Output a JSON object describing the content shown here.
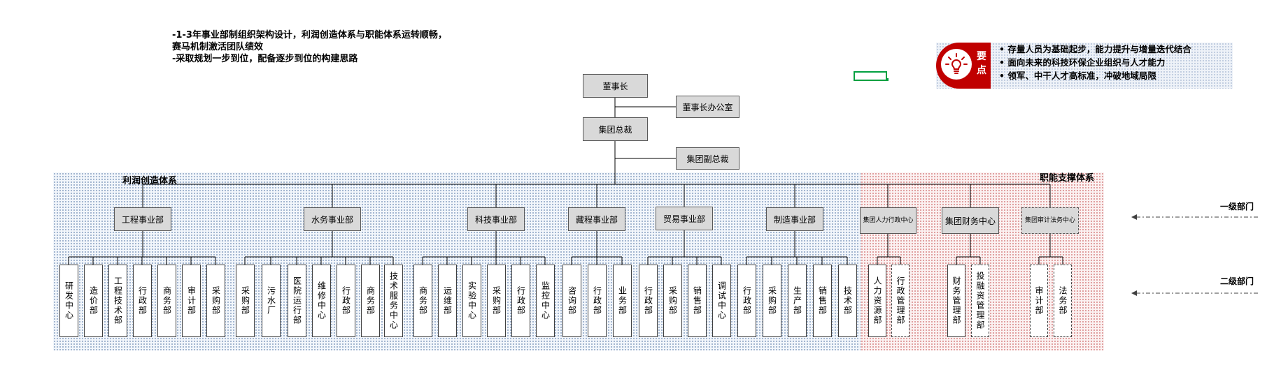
{
  "intro": {
    "text": "-1-3年事业部制组织架构设计，利润创造体系与职能体系运转顺畅，\n赛马机制激活团队绩效\n-采取规划一步到位，配备逐步到位的构建思路"
  },
  "zones": {
    "profit": "利润创造体系",
    "support": "职能支撑体系"
  },
  "top": {
    "chairman": "董事长",
    "chairman_office": "董事长办公室",
    "ceo": "集团总裁",
    "vice_president": "集团副总裁"
  },
  "divisions": [
    {
      "name": "工程事业部",
      "depts": [
        "研发中心",
        "造价部",
        "工程技术部",
        "行政部",
        "商务部",
        "审计部",
        "采购部"
      ]
    },
    {
      "name": "水务事业部",
      "depts": [
        "采购部",
        "污水厂",
        "医院运行部",
        "维修中心",
        "行政部",
        "商务部",
        "技术服务中心"
      ]
    },
    {
      "name": "科技事业部",
      "depts": [
        "商务部",
        "运维部",
        "实验中心",
        "采购部",
        "行政部",
        "监控中心"
      ]
    },
    {
      "name": "藏程事业部",
      "depts": [
        "咨询部",
        "行政部",
        "业务部"
      ]
    },
    {
      "name": "贸易事业部",
      "depts": [
        "行政部",
        "采购部",
        "销售部",
        "调试中心"
      ]
    },
    {
      "name": "制造事业部",
      "depts": [
        "行政部",
        "采购部",
        "生产部",
        "销售部",
        "技术部"
      ]
    }
  ],
  "functions": [
    {
      "name": "集团人力行政中心",
      "depts": [
        "人力资源部",
        "行政管理部"
      ]
    },
    {
      "name": "集团财务中心",
      "depts": [
        "财务管理部",
        "投融资管理部"
      ]
    },
    {
      "name": "集团审计法务中心",
      "depts": [
        "审计部",
        "法务部"
      ]
    }
  ],
  "key_points": {
    "title": "要点",
    "icon": "lightbulb-icon",
    "items": [
      "• 存量人员为基础起步，能力提升与增量迭代结合",
      "• 面向未来的科技环保企业组织与人才能力",
      "• 领军、中干人才高标准，冲破地域局限"
    ]
  },
  "levels": {
    "first": "一级部门",
    "second": "二级部门"
  },
  "colors": {
    "accent_red": "#c00000",
    "node_fill": "#d9d9d9",
    "profit_zone": "#8da4c4",
    "support_zone": "#d98a8a",
    "marker_green": "#00a040"
  }
}
